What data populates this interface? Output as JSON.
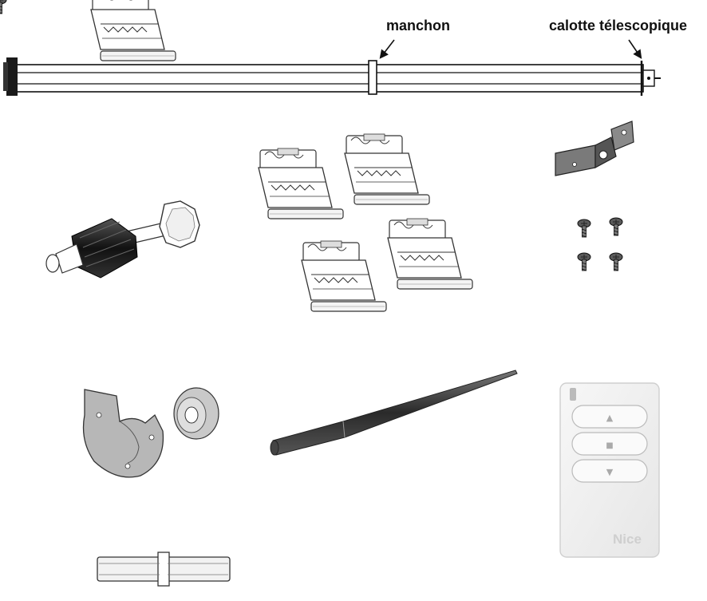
{
  "labels": {
    "sleeve": "manchon",
    "telescopic_cap": "calotte télescopique"
  },
  "remote": {
    "brand": "Nice",
    "buttons": [
      {
        "symbol": "▲"
      },
      {
        "symbol": "■"
      },
      {
        "symbol": "▼"
      }
    ]
  }
}
